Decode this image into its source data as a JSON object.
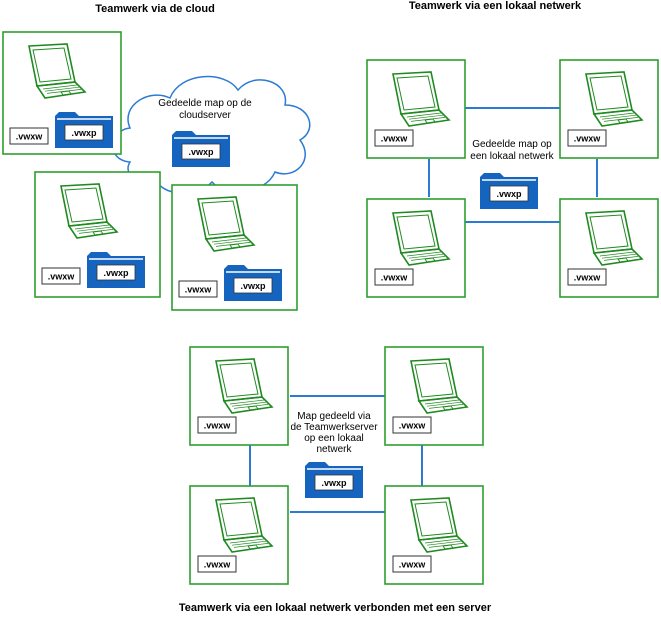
{
  "sections": [
    {
      "title": "Teamwerk via de cloud",
      "shared_label_lines": [
        "Gedeelde map op de",
        "cloudserver"
      ],
      "shared_file": ".vwxp",
      "computers": [
        {
          "files": [
            ".vwxw",
            ".vwxp"
          ]
        },
        {
          "files": [
            ".vwxw",
            ".vwxp"
          ]
        },
        {
          "files": [
            ".vwxw",
            ".vwxp"
          ]
        }
      ]
    },
    {
      "title": "Teamwerk via een lokaal netwerk",
      "shared_label_lines": [
        "Gedeelde map op",
        "een lokaal netwerk"
      ],
      "shared_file": ".vwxp",
      "computers": [
        {
          "files": [
            ".vwxw"
          ]
        },
        {
          "files": [
            ".vwxw"
          ]
        },
        {
          "files": [
            ".vwxw"
          ]
        },
        {
          "files": [
            ".vwxw"
          ]
        }
      ]
    },
    {
      "title": "Teamwerk via een lokaal netwerk verbonden met een server",
      "shared_label_lines": [
        "Map gedeeld via",
        "de Teamwerkserver",
        "op een lokaal",
        "netwerk"
      ],
      "shared_file": ".vwxp",
      "computers": [
        {
          "files": [
            ".vwxw"
          ]
        },
        {
          "files": [
            ".vwxw"
          ]
        },
        {
          "files": [
            ".vwxw"
          ]
        },
        {
          "files": [
            ".vwxw"
          ]
        }
      ]
    }
  ],
  "colors": {
    "computer_border": "#2e9e2e",
    "laptop_line": "#1f8a1f",
    "network_line": "#2b7bd4",
    "folder_fill": "#1565c0",
    "folder_dark": "#0d4a9a",
    "cloud_stroke": "#2b7bd4"
  }
}
